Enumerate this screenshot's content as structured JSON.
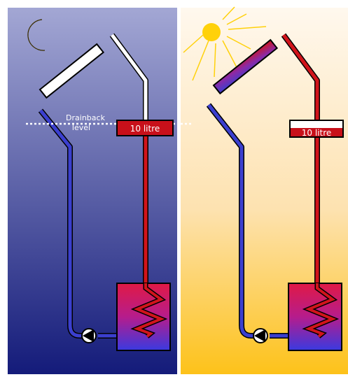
{
  "diagram": {
    "drainback_label_line1": "Drainback",
    "drainback_label_line2": "level",
    "night_tank_label": "10 litre",
    "day_tank_label": "10 litre"
  },
  "colors": {
    "night_sky_top": "#a3a7d4",
    "night_sky_bottom": "#141b7a",
    "day_sky_top": "#fff8ee",
    "day_sky_bottom": "#fdc21a",
    "hot_pipe": "#d1141b",
    "cold_pipe": "#3b3fcf",
    "tank_fill": "#c8101a",
    "sun": "#ffd10a",
    "moon": "#ffd10a",
    "boiler_top": "#e01a45",
    "boiler_bottom": "#3a3ae0"
  },
  "icons": [
    "moon-icon",
    "sun-icon",
    "pump-icon",
    "heat-exchanger-coil-icon"
  ]
}
